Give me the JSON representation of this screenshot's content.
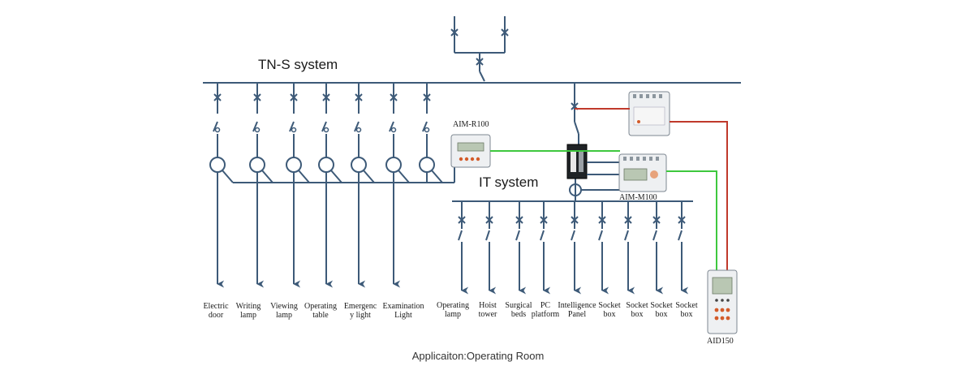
{
  "systems": {
    "tns": "TN-S system",
    "it": "IT system"
  },
  "devices": {
    "aim_r100": "AIM-R100",
    "aim_m100": "AIM-M100",
    "aid150": "AID150"
  },
  "tns_loads": [
    [
      "Electric",
      "door"
    ],
    [
      "Writing",
      "lamp"
    ],
    [
      "Viewing",
      "lamp"
    ],
    [
      "Operating",
      "table"
    ],
    [
      "Emergenc",
      "y light"
    ],
    [
      "Examination",
      "Light"
    ]
  ],
  "it_loads": [
    [
      "Operating",
      "lamp"
    ],
    [
      "Hoist",
      "tower"
    ],
    [
      "Surgical",
      "beds"
    ],
    [
      "PC",
      "platform"
    ],
    [
      "Intelligence",
      "Panel"
    ],
    [
      "Socket",
      "box"
    ],
    [
      "Socket",
      "box"
    ],
    [
      "Socket",
      "box"
    ],
    [
      "Socket",
      "box"
    ]
  ],
  "colors": {
    "wire": "#3d5a78",
    "signal": "#3ec83e",
    "alarm": "#c0392b"
  },
  "caption": "Applicaiton:Operating Room"
}
